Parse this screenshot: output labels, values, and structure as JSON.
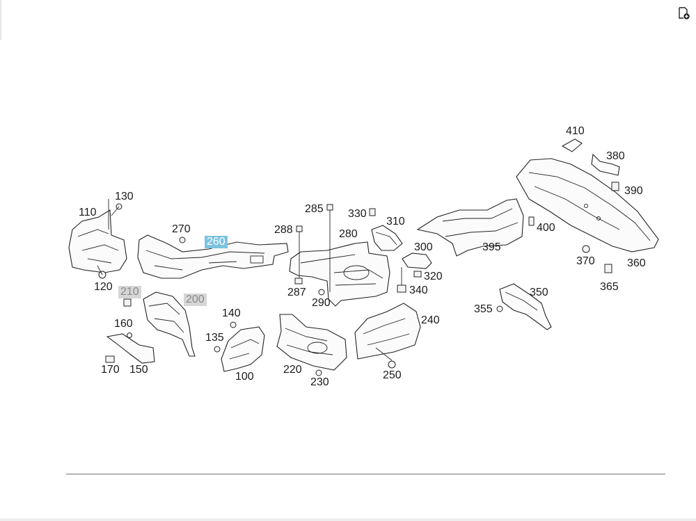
{
  "diagram": {
    "callouts": [
      {
        "id": "c110",
        "text": "110"
      },
      {
        "id": "c130",
        "text": "130"
      },
      {
        "id": "c120",
        "text": "120"
      },
      {
        "id": "c270",
        "text": "270"
      },
      {
        "id": "c260",
        "text": "260",
        "state": "selected"
      },
      {
        "id": "c288",
        "text": "288"
      },
      {
        "id": "c285",
        "text": "285"
      },
      {
        "id": "c330",
        "text": "330"
      },
      {
        "id": "c310",
        "text": "310"
      },
      {
        "id": "c280",
        "text": "280"
      },
      {
        "id": "c300",
        "text": "300"
      },
      {
        "id": "c320",
        "text": "320"
      },
      {
        "id": "c340",
        "text": "340"
      },
      {
        "id": "c287",
        "text": "287"
      },
      {
        "id": "c290",
        "text": "290"
      },
      {
        "id": "c210",
        "text": "210",
        "state": "dimmed"
      },
      {
        "id": "c200",
        "text": "200",
        "state": "dimmed"
      },
      {
        "id": "c160",
        "text": "160"
      },
      {
        "id": "c170",
        "text": "170"
      },
      {
        "id": "c150",
        "text": "150"
      },
      {
        "id": "c140",
        "text": "140"
      },
      {
        "id": "c135",
        "text": "135"
      },
      {
        "id": "c100",
        "text": "100"
      },
      {
        "id": "c220",
        "text": "220"
      },
      {
        "id": "c230",
        "text": "230"
      },
      {
        "id": "c240",
        "text": "240"
      },
      {
        "id": "c250",
        "text": "250"
      },
      {
        "id": "c395",
        "text": "395"
      },
      {
        "id": "c400",
        "text": "400"
      },
      {
        "id": "c410",
        "text": "410"
      },
      {
        "id": "c380",
        "text": "380"
      },
      {
        "id": "c390",
        "text": "390"
      },
      {
        "id": "c370",
        "text": "370"
      },
      {
        "id": "c360",
        "text": "360"
      },
      {
        "id": "c365",
        "text": "365"
      },
      {
        "id": "c350",
        "text": "350"
      },
      {
        "id": "c355",
        "text": "355"
      }
    ]
  },
  "toolbar": {
    "icon": "add-to-list-icon"
  },
  "colors": {
    "selected_bg": "#7cc3df",
    "dimmed_bg": "#d6d6d6",
    "dimmed_text": "#8a8a8a",
    "line": "#707070"
  }
}
